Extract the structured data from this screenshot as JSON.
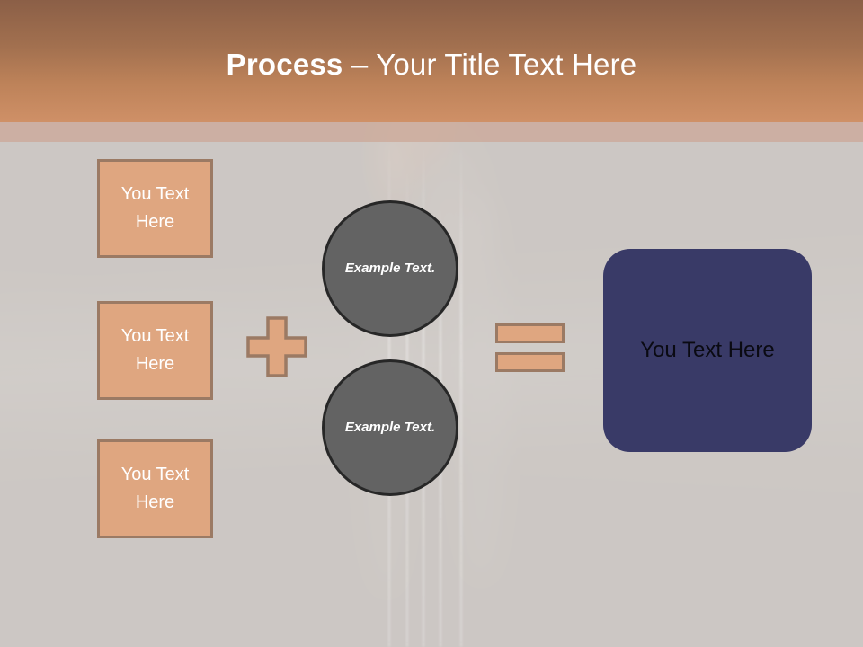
{
  "slide": {
    "title": {
      "strong": "Process",
      "rest": " – Your Title Text Here"
    },
    "theme": {
      "header_gradient_top": "#8b5f47",
      "header_gradient_bottom": "#cf9067",
      "accent_fill": "#dfa680",
      "accent_border": "#9b7a64",
      "circle_fill": "#636363",
      "circle_border": "#272727",
      "result_fill": "#393a67",
      "body_background": "#cdc8c4",
      "title_color": "#ffffff",
      "box_text_color": "#ffffff",
      "result_text_color": "#0a0a12"
    },
    "left_boxes": [
      {
        "label": "You Text Here"
      },
      {
        "label": "You Text Here"
      },
      {
        "label": "You Text Here"
      }
    ],
    "operators": {
      "plus": "+",
      "equals": "="
    },
    "circles": [
      {
        "label": "Example Text."
      },
      {
        "label": "Example Text."
      }
    ],
    "result": {
      "label": "You Text Here"
    }
  }
}
